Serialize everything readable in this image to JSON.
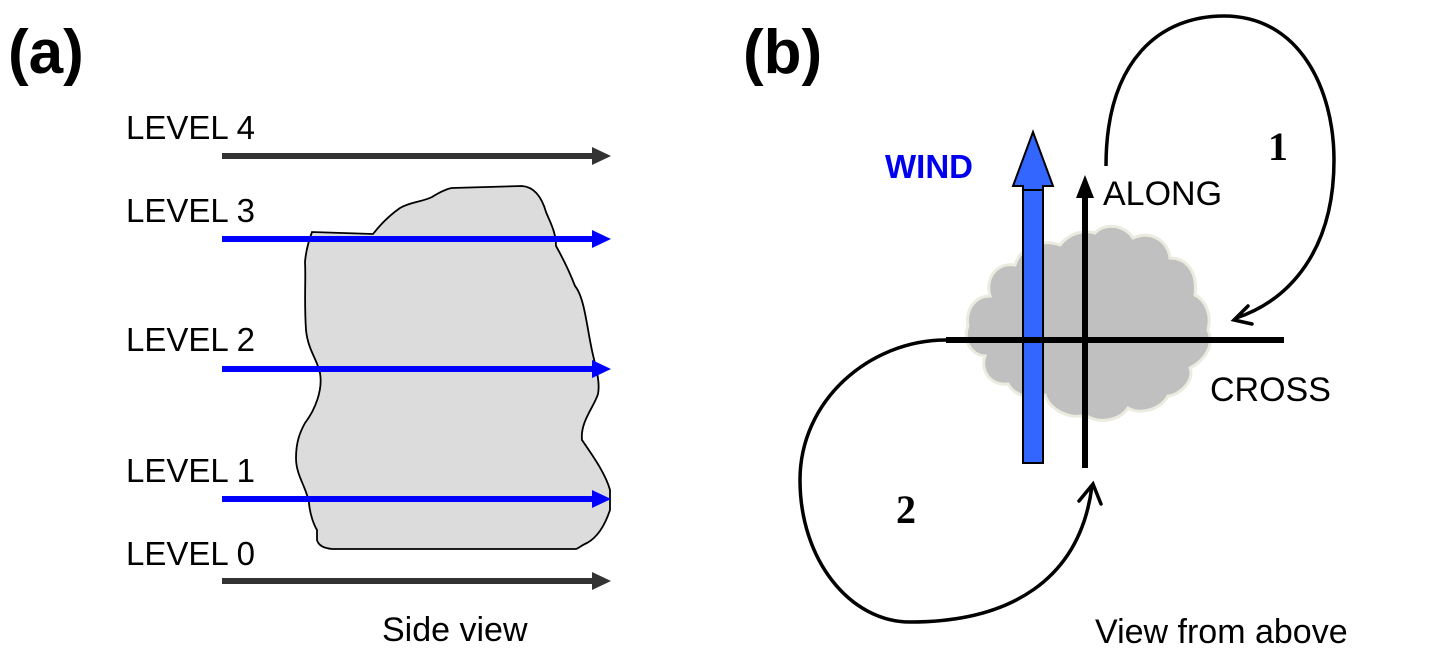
{
  "panel_a": {
    "label": "(a)",
    "caption": "Side view",
    "levels": [
      {
        "label": "LEVEL 4",
        "arrow_color": "#333333",
        "in_cloud": false
      },
      {
        "label": "LEVEL 3",
        "arrow_color": "#0000ff",
        "in_cloud": true
      },
      {
        "label": "LEVEL 2",
        "arrow_color": "#0000ff",
        "in_cloud": true
      },
      {
        "label": "LEVEL 1",
        "arrow_color": "#0000ff",
        "in_cloud": true
      },
      {
        "label": "LEVEL 0",
        "arrow_color": "#333333",
        "in_cloud": false
      }
    ],
    "cloud_color": "#dcdcdc"
  },
  "panel_b": {
    "label": "(b)",
    "caption": "View from above",
    "wind_label": "WIND",
    "wind_color": "#3366ff",
    "along_label": "ALONG",
    "cross_label": "CROSS",
    "loop_1_label": "1",
    "loop_2_label": "2",
    "cloud_color": "#c0c0c0"
  }
}
